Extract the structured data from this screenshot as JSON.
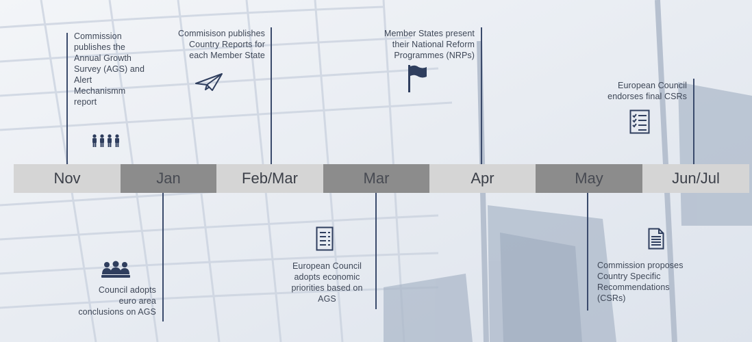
{
  "timeline": {
    "months": [
      "Nov",
      "Jan",
      "Feb/Mar",
      "Mar",
      "Apr",
      "May",
      "Jun/Jul"
    ]
  },
  "events": {
    "ags": "Commission\npublishes the\nAnnual Growth\nSurvey (AGS) and\nAlert\nMechanismm\nreport",
    "country_reports": "Commisison publishes\nCountry Reports for\neach Member State",
    "nrps": "Member States present\ntheir National Reform\nProgrammes (NRPs)",
    "final_csrs": "European Council\nendorses final CSRs",
    "euro_area": "Council adopts\neuro area\nconclusions on AGS",
    "priorities": "European Council\nadopts economic\npriorities based on\nAGS",
    "propose_csrs": "Commission proposes\nCountry Specific\nRecommendations\n(CSRs)"
  },
  "icons": {
    "ags": "people-group-icon",
    "country_reports": "paper-plane-icon",
    "nrps": "flag-icon",
    "final_csrs": "checklist-icon",
    "euro_area": "meeting-icon",
    "priorities": "list-document-icon",
    "propose_csrs": "document-icon"
  },
  "colors": {
    "line": "#3a4a6b",
    "icon": "#2f3e5e",
    "segment_light": "#d5d5d5",
    "segment_dark": "#8c8c8c",
    "text": "#3d4656"
  }
}
